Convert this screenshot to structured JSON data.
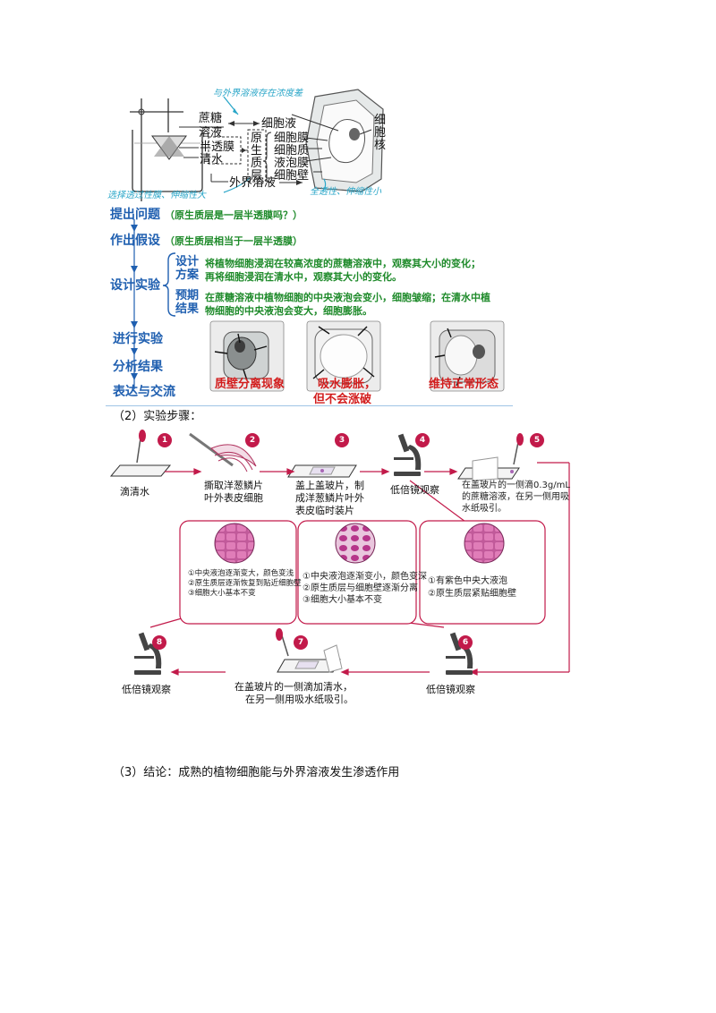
{
  "top_diagram": {
    "note_top": "与外界溶液存在浓度差",
    "sucrose_line1": "蔗糖",
    "sucrose_line2": "溶液",
    "semi_membrane": "半透膜",
    "clear_water": "清水",
    "cell_sap": "细胞液",
    "protoplast_chars": [
      "原",
      "生",
      "质",
      "层"
    ],
    "cell_membrane": "细胞膜",
    "cytoplasm": "细胞质",
    "vacuole_membrane": "液泡膜",
    "cell_wall": "细胞壁",
    "nucleus_chars": [
      "细",
      "胞",
      "核"
    ],
    "outer_solution": "外界溶液",
    "note_bottom_left": "选择透过性膜、伸缩性大",
    "note_bottom_right": "全透性、伸缩性小"
  },
  "flow": {
    "step_question": "提出问题",
    "question_text": "（原生质层是一层半透膜吗？）",
    "step_hypothesis": "作出假设",
    "hypothesis_text": "（原生质层相当于一层半透膜）",
    "step_design": "设计实验",
    "design_plan_l1": "设计",
    "design_plan_l2": "方案",
    "plan_line1": "将植物细胞浸润在较高浓度的蔗糖溶液中，观察其大小的变化；",
    "plan_line2": "再将细胞浸润在清水中，观察其大小的变化。",
    "expect_l1": "预期",
    "expect_l2": "结果",
    "expect_line1": "在蔗糖溶液中植物细胞的中央液泡会变小，细胞皱缩；在清水中植",
    "expect_line2": "物细胞的中央液泡会变大，细胞膨胀。",
    "step_do": "进行实验",
    "step_analyze": "分析结果",
    "step_express": "表达与交流",
    "cap_plasmolysis": "质壁分离现象",
    "cap_swell_l1": "吸水膨胀，",
    "cap_swell_l2": "但不会涨破",
    "cap_normal": "维持正常形态"
  },
  "section2_title": "（2）实验步骤：",
  "steps": {
    "s1": "滴清水",
    "s2_l1": "撕取洋葱鳞片",
    "s2_l2": "叶外表皮细胞",
    "s3_l1": "盖上盖玻片，制",
    "s3_l2": "成洋葱鳞片叶外",
    "s3_l3": "表皮临时装片",
    "s4": "低倍镜观察",
    "s5_l1": "在盖玻片的一侧滴0.3g/mL",
    "s5_l2": "的蔗糖溶液，在另一侧用吸",
    "s5_l3": "水纸吸引。",
    "s6": "低倍镜观察",
    "s7_l1": "在盖玻片的一侧滴加清水，",
    "s7_l2": "在另一侧用吸水纸吸引。",
    "s8": "低倍镜观察",
    "badges": [
      "1",
      "2",
      "3",
      "4",
      "5",
      "6",
      "7",
      "8"
    ]
  },
  "observations": {
    "left": [
      "①中央液泡逐渐变大，颜色变浅",
      "②原生质层逐渐恢复到贴近细胞壁",
      "③细胞大小基本不变"
    ],
    "middle": [
      "①中央液泡逐渐变小，颜色变深",
      "②原生质层与细胞壁逐渐分离",
      "③细胞大小基本不变"
    ],
    "right": [
      "①有紫色中央大液泡",
      "②原生质层紧贴细胞壁"
    ]
  },
  "conclusion": "（3）结论：成熟的植物细胞能与外界溶液发生渗透作用",
  "colors": {
    "accent_red": "#c21a4a",
    "flow_blue": "#1f5fb0",
    "hand_blue": "#2aa6c8",
    "green": "#1e8a2a",
    "red_text": "#d21c1c"
  }
}
